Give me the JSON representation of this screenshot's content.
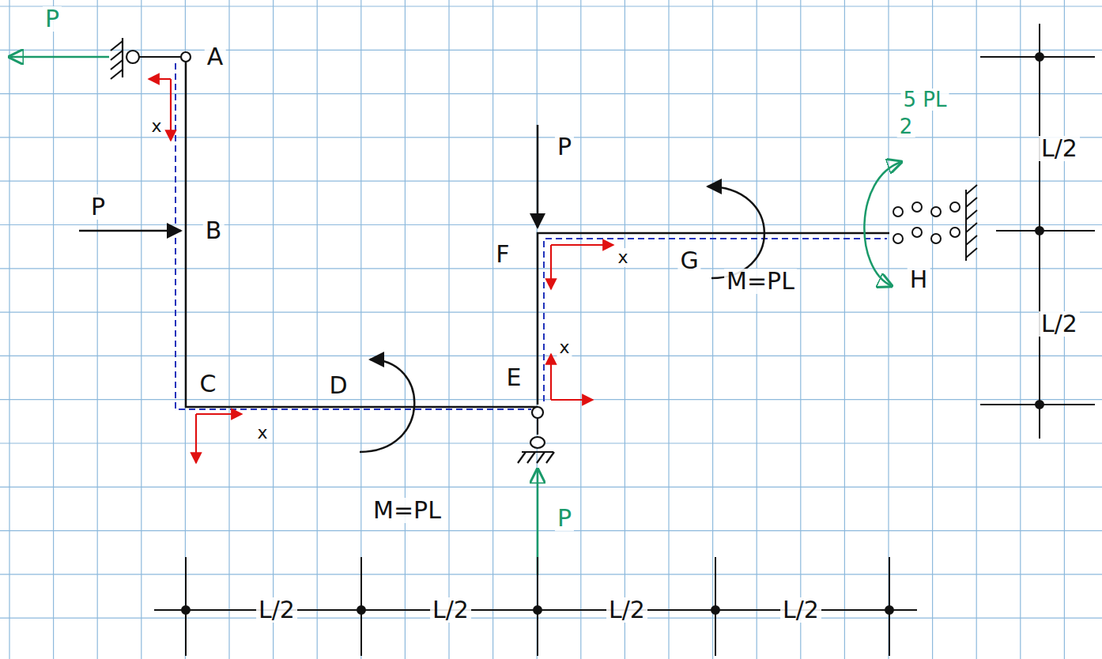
{
  "diagram": {
    "labels": [
      "P",
      "A",
      "x",
      "P",
      "B",
      "C",
      "x",
      "D",
      "M=PL",
      "E",
      "x",
      "P",
      "P",
      "F",
      "x",
      "G",
      "M=PL",
      "5 PL",
      "2",
      "H",
      "L/2",
      "L/2",
      "L/2",
      "L/2",
      "L/2",
      "L/2"
    ]
  }
}
